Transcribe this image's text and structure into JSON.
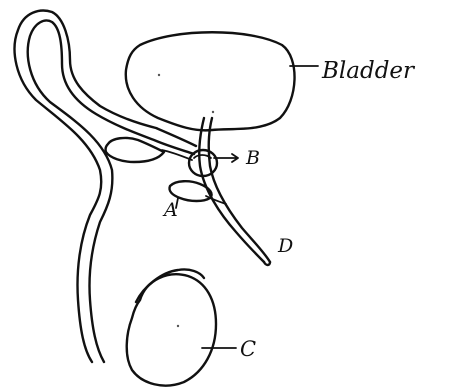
{
  "labels": {
    "bladder": "Bladder",
    "a": "A",
    "b": "B",
    "c": "C",
    "d": "D"
  },
  "colors": {
    "ink": "#111111",
    "paper": "#ffffff"
  }
}
